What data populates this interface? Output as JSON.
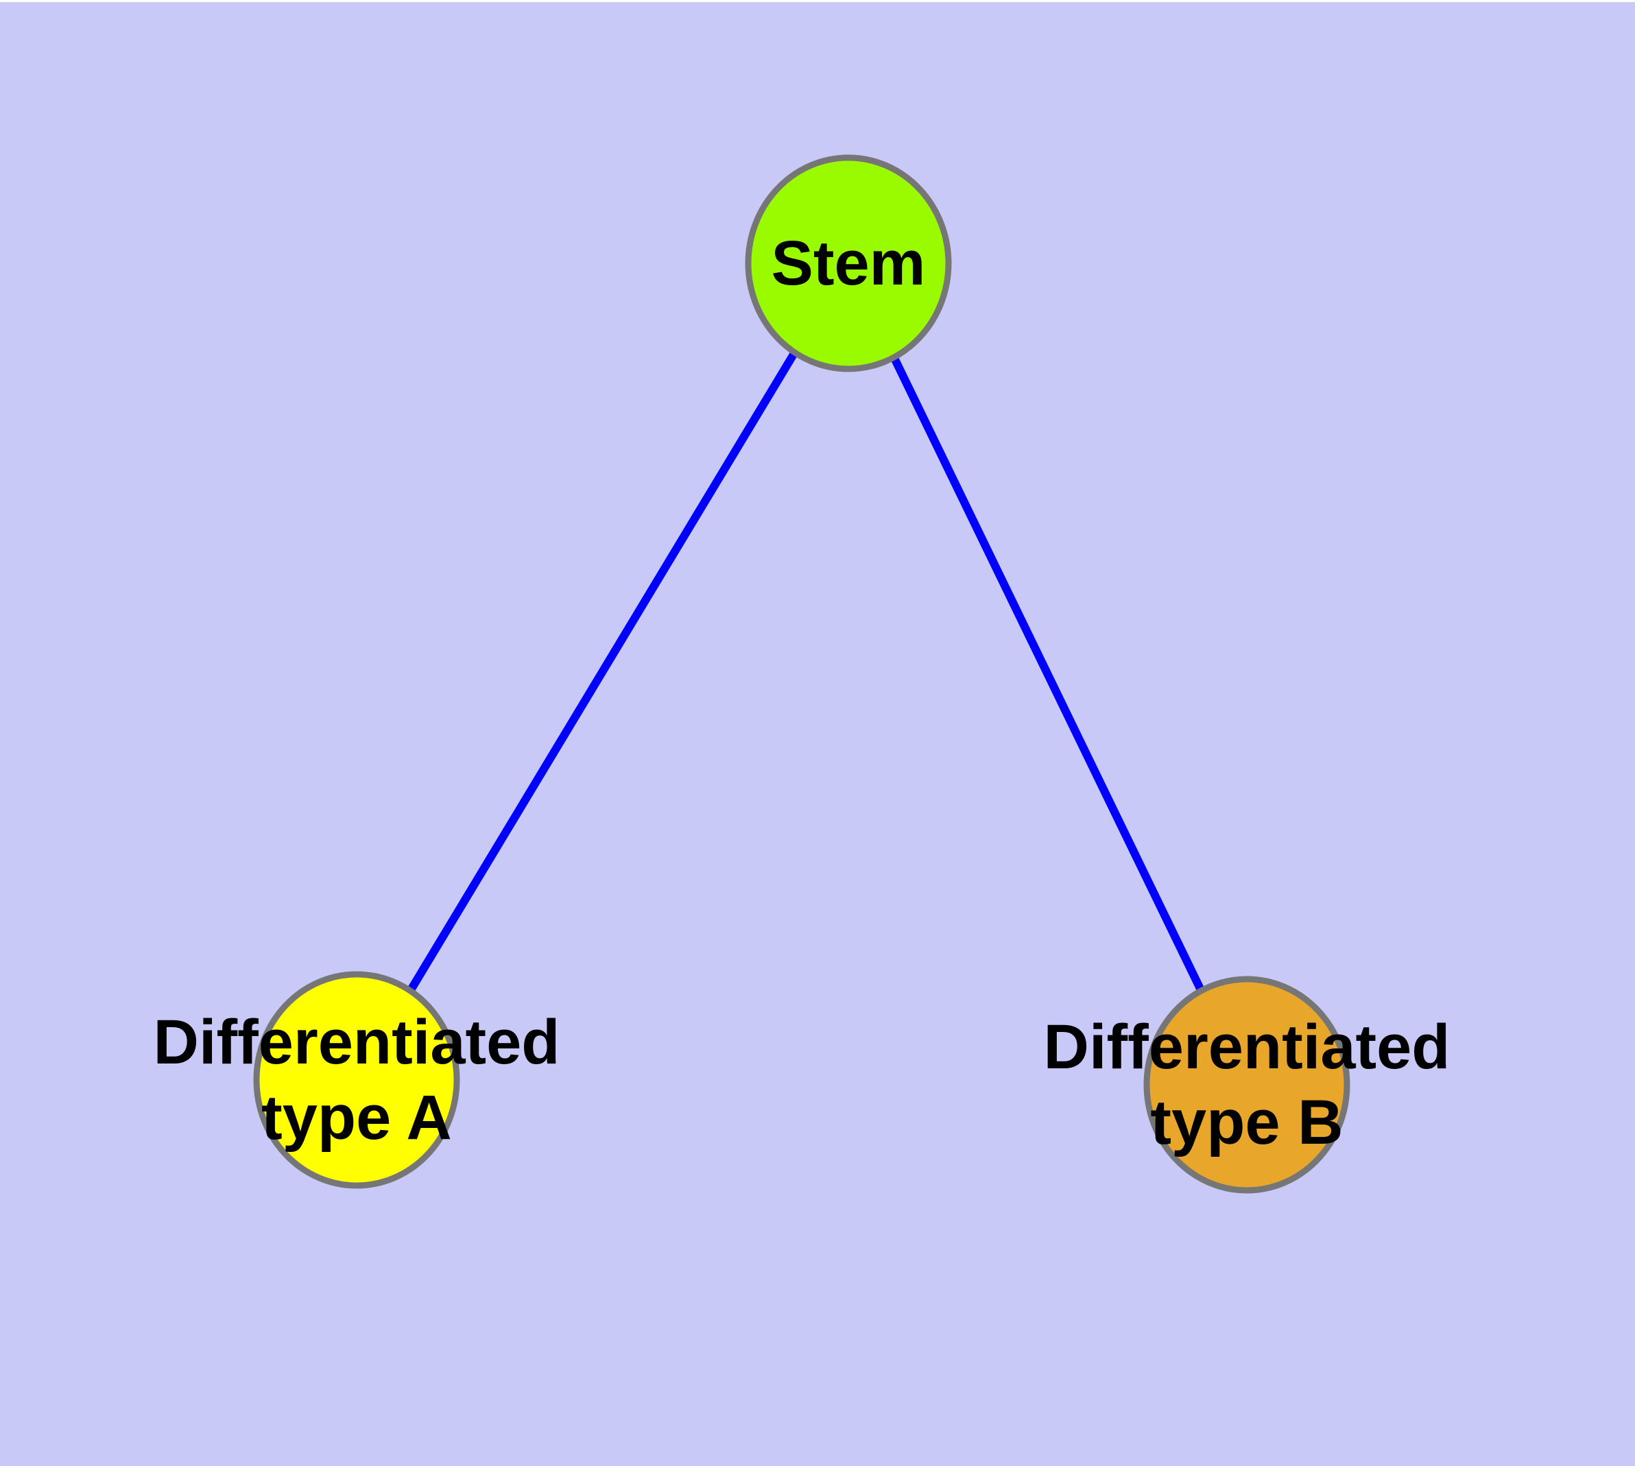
{
  "canvas": {
    "background_color": "#c9c9f7",
    "top_edge_color": "#ffffff",
    "edge_color": "#0000ff",
    "node_border_color": "#767676",
    "label_color": "#000000"
  },
  "graph": {
    "type": "node-link-diagram",
    "nodes": [
      {
        "id": "stem",
        "label": "Stem",
        "label_lines": [
          "Stem"
        ],
        "fill_color": "#9afb00"
      },
      {
        "id": "differentiated-type-a",
        "label": "Differentiated type A",
        "label_lines": [
          "Differentiated",
          "type A"
        ],
        "fill_color": "#ffff00"
      },
      {
        "id": "differentiated-type-b",
        "label": "Differentiated type B",
        "label_lines": [
          "Differentiated",
          "type B"
        ],
        "fill_color": "#e8a62b"
      }
    ],
    "edges": [
      {
        "from": "stem",
        "to": "differentiated-type-a"
      },
      {
        "from": "stem",
        "to": "differentiated-type-b"
      }
    ]
  }
}
